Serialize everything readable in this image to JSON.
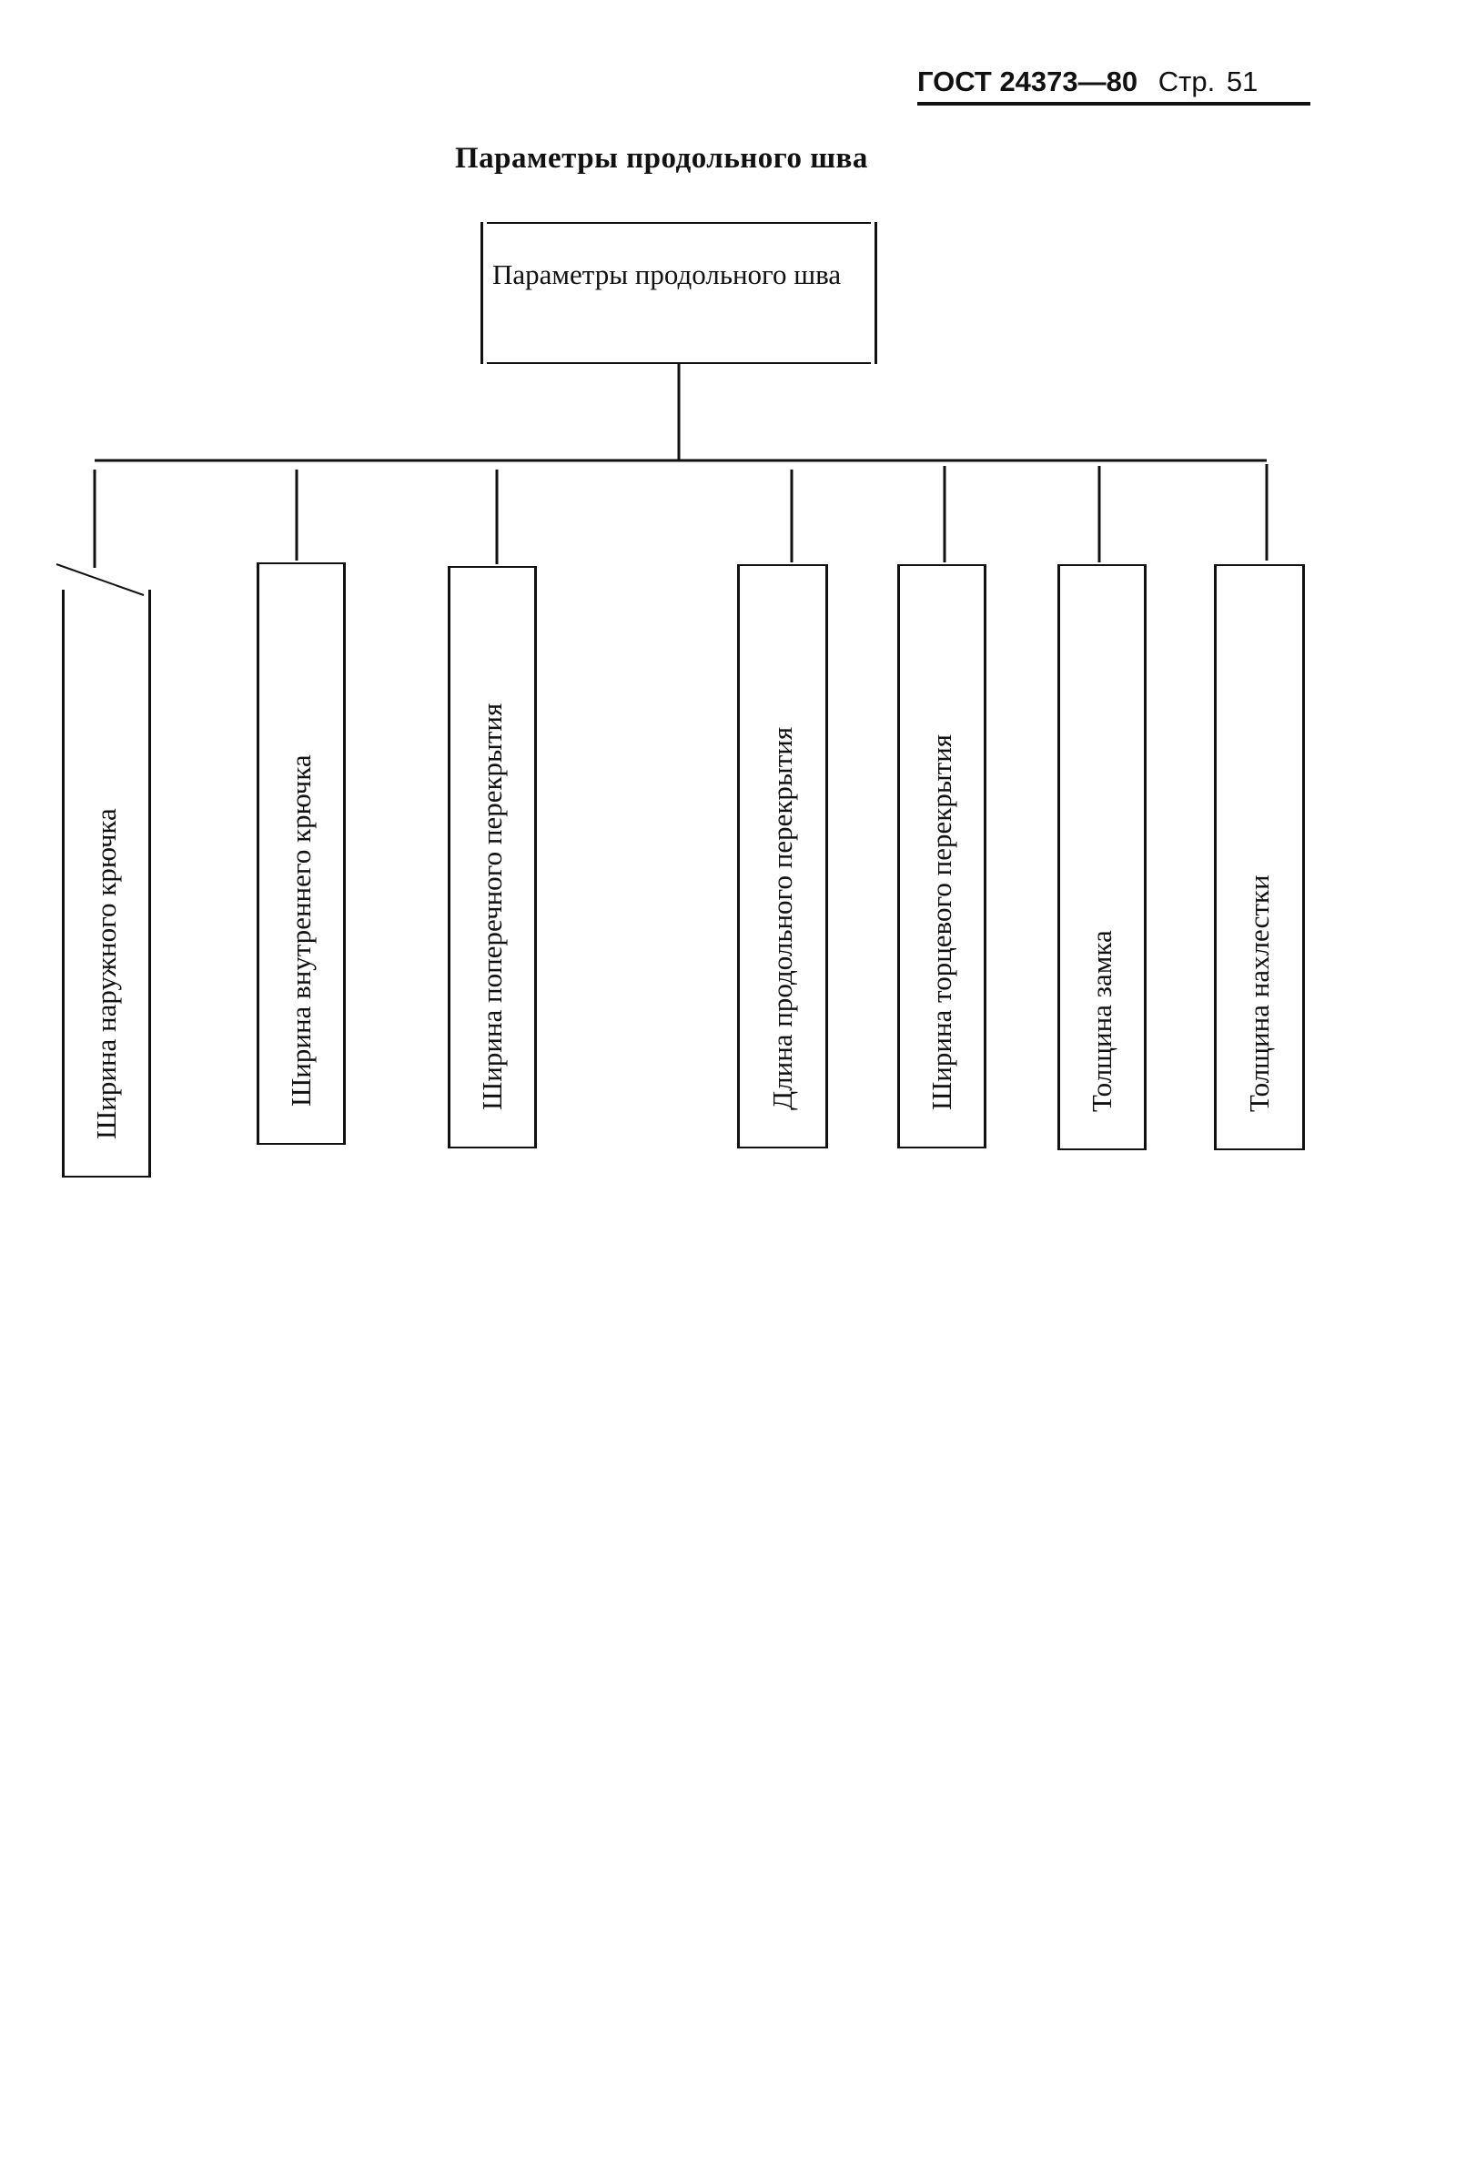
{
  "header": {
    "standard": "ГОСТ 24373—80",
    "page_label": "Стр.",
    "page_number": "51"
  },
  "diagram": {
    "title": "Параметры продольного шва",
    "root": {
      "label": "Параметры продольного шва"
    },
    "children": [
      {
        "label": "Ширина наружного крючка"
      },
      {
        "label": "Ширина внутреннего крючка"
      },
      {
        "label": "Ширина поперечного перекрытия"
      },
      {
        "label": "Длина продольного перекрытия"
      },
      {
        "label": "Ширина торцевого перекрытия"
      },
      {
        "label": "Толщина замка"
      },
      {
        "label": "Толщина нахлестки"
      }
    ]
  }
}
